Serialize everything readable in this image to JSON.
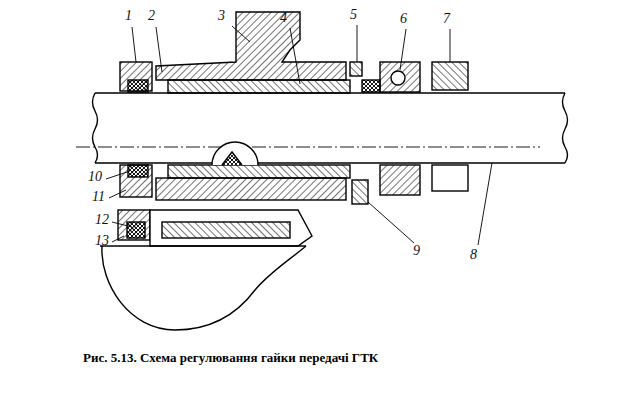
{
  "diagram": {
    "caption": "Рис. 5.13. Схема регулювання гайки передачі ГТК",
    "labels": [
      "1",
      "2",
      "3",
      "4",
      "5",
      "6",
      "7",
      "8",
      "9",
      "10",
      "11",
      "12",
      "13"
    ]
  }
}
